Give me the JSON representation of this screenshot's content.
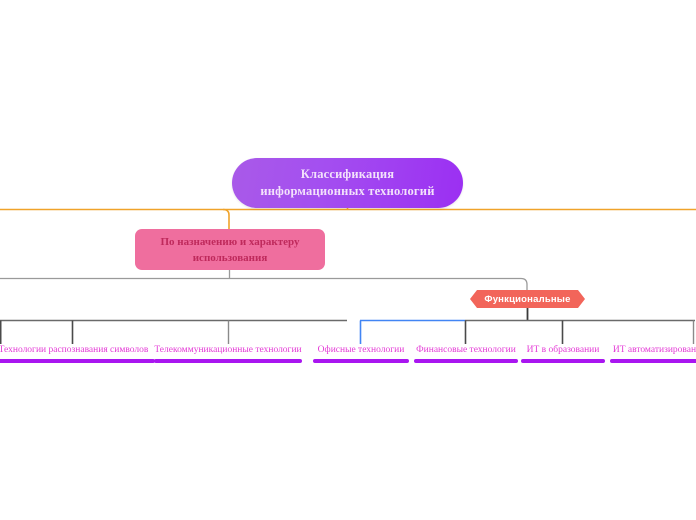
{
  "diagram": {
    "type": "mind-map",
    "background": "#ffffff",
    "colors": {
      "root_gradient_from": "#a95ae8",
      "root_gradient_to": "#9b2ff2",
      "category_pink": "#ef6e9e",
      "category_pink_text": "#bf2a5c",
      "badge_coral": "#f2655a",
      "leaf_text": "#e43ad6",
      "leaf_bar": "#a916f0",
      "edge_orange": "#f0a32a",
      "edge_gray": "#a9a9a9",
      "edge_dark_gray": "#5a5a5a",
      "edge_blue": "#4285f4"
    },
    "root": {
      "line1": "Классификация",
      "line2": "информационных технологий"
    },
    "category": {
      "line1": "По назначению и характеру",
      "line2": "использования"
    },
    "badge": {
      "label": "Функциональные"
    },
    "leaves": [
      {
        "label": "Технологии распознавания символов"
      },
      {
        "label": "Телекоммуникационные технологии"
      },
      {
        "label": "Офисные технологии"
      },
      {
        "label": "Финансовые технологии"
      },
      {
        "label": "ИТ в образовании"
      },
      {
        "label": "ИТ автоматизированн"
      }
    ]
  }
}
